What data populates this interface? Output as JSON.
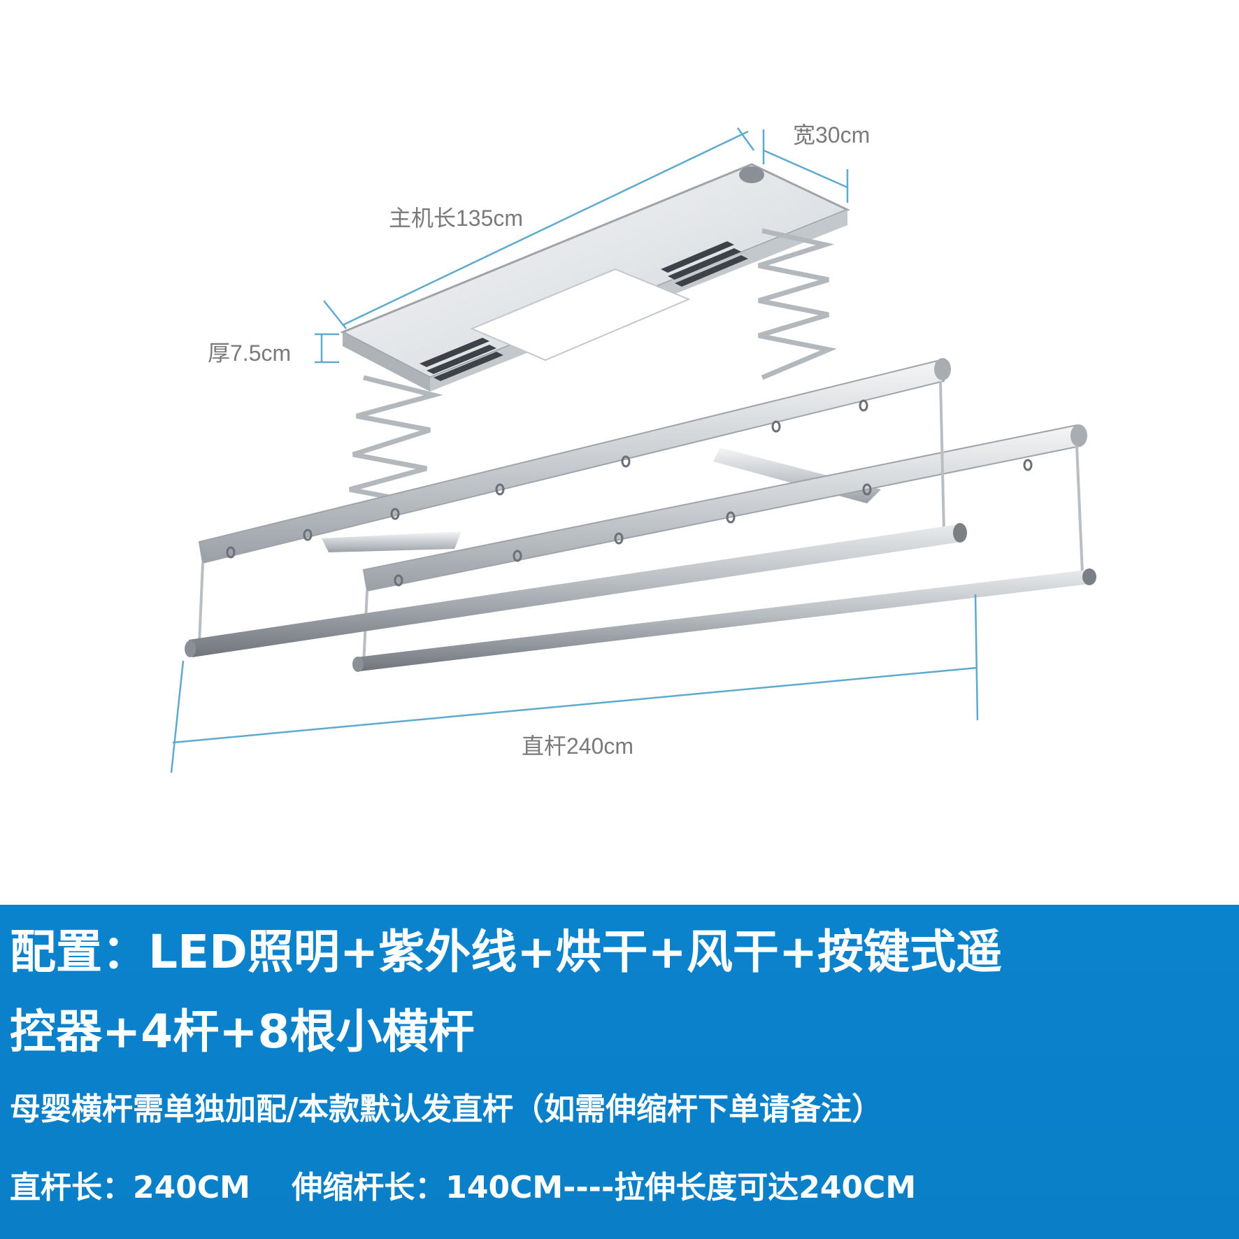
{
  "dimensions": {
    "width_label": "宽30cm",
    "length_label": "主机长135cm",
    "thickness_label": "厚7.5cm",
    "rod_label": "直杆240cm"
  },
  "banner": {
    "line1": "配置：LED照明+紫外线+烘干+风干+按键式遥",
    "line2": "控器+4杆+8根小横杆",
    "line3": "母婴横杆需单独加配/本款默认发直杆（如需伸缩杆下单请备注）",
    "line4": "直杆长：240CM　 伸缩杆长：140CM----拉伸长度可达240CM"
  },
  "colors": {
    "banner_bg": "#0b82cc",
    "dimension_line": "#5fa9cf",
    "aluminium": "#d6d9dc"
  }
}
